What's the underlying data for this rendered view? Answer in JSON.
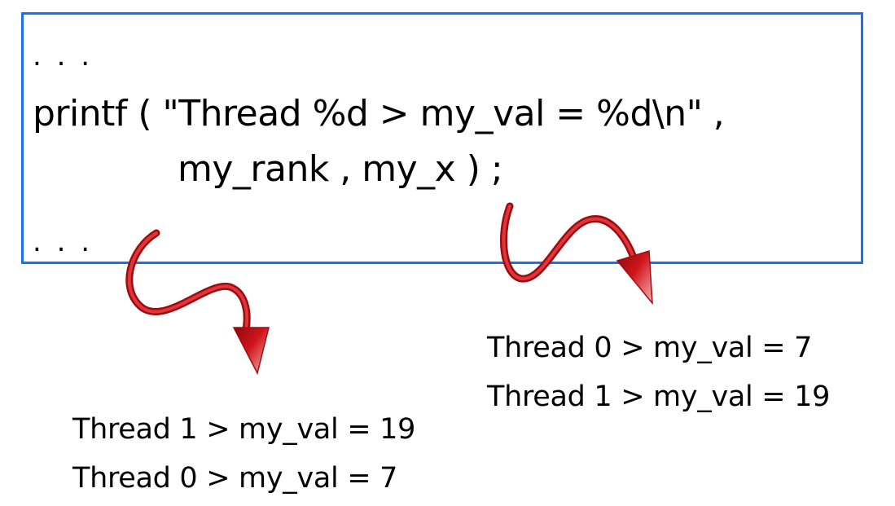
{
  "code": {
    "ellipsis_top": ". . .",
    "line1": "printf ( \"Thread %d > my_val = %d\\n\" ,",
    "line2": "my_rank , my_x ) ;",
    "ellipsis_bottom": ". . ."
  },
  "output_left": [
    "Thread 1 > my_val = 19",
    "Thread 0 > my_val = 7"
  ],
  "output_right": [
    "Thread 0 > my_val = 7",
    "Thread 1 > my_val = 19"
  ],
  "colors": {
    "box_border": "#1f6fe8",
    "arrow": "#d0141a",
    "arrow_highlight": "#f7c6c6"
  }
}
